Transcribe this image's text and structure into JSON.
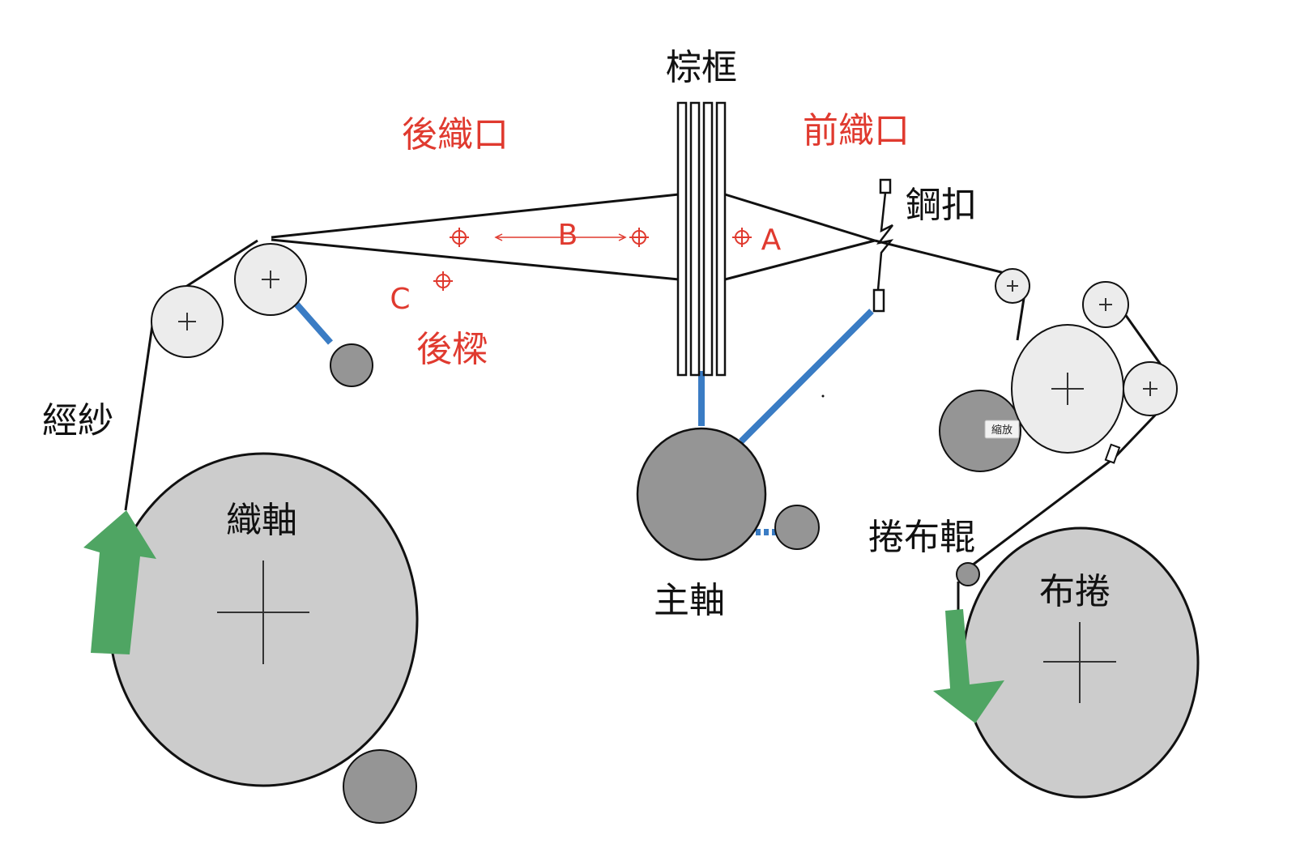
{
  "labels": {
    "heddle_frame": "棕框",
    "back_shed": "後織口",
    "front_shed": "前織口",
    "reed": "鋼扣",
    "back_rest": "後樑",
    "warp_yarn": "經紗",
    "warp_beam": "織軸",
    "main_shaft": "主軸",
    "take_up_roller": "捲布輥",
    "cloth_roll": "布捲",
    "zoom_tooltip": "縮放"
  },
  "points": {
    "a": "A",
    "b": "B",
    "c": "C"
  },
  "colors": {
    "roller_light": "#ececec",
    "roller_large": "#cccccc",
    "roller_dark": "#959595",
    "link_blue": "#3a7cc4",
    "arrow_green": "#4fa563",
    "label_red": "#e03a2f",
    "line_black": "#111111"
  }
}
